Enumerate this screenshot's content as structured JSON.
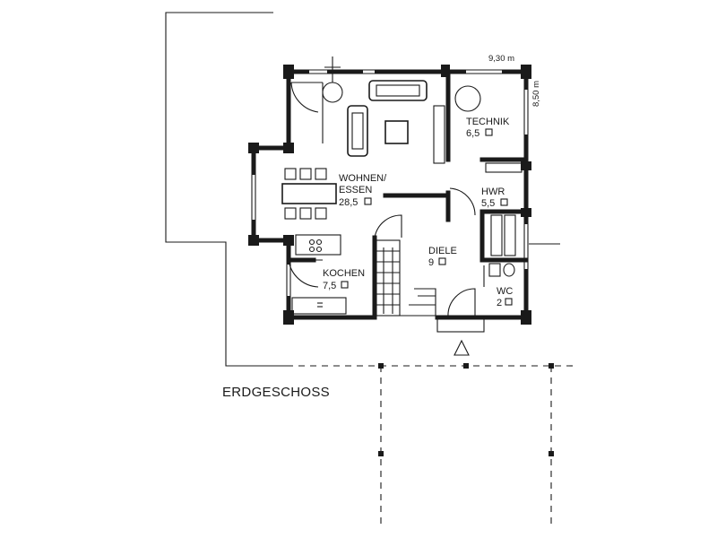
{
  "drawing": {
    "caption": "ERDGESCHOSS",
    "dimensions": {
      "width": "9,30 m",
      "depth": "8,50 m"
    },
    "rooms": [
      {
        "name": "WOHNEN/",
        "name2": "ESSEN",
        "area": "28,5"
      },
      {
        "name": "TECHNIK",
        "area": "6,5"
      },
      {
        "name": "HWR",
        "area": "5,5"
      },
      {
        "name": "DIELE",
        "area": "9"
      },
      {
        "name": "KOCHEN",
        "area": "7,5"
      },
      {
        "name": "WC",
        "area": "2"
      }
    ],
    "colors": {
      "line": "#1a1a1a",
      "background": "#ffffff"
    },
    "icons": [
      "area-box-icon",
      "entrance-triangle-icon"
    ]
  }
}
